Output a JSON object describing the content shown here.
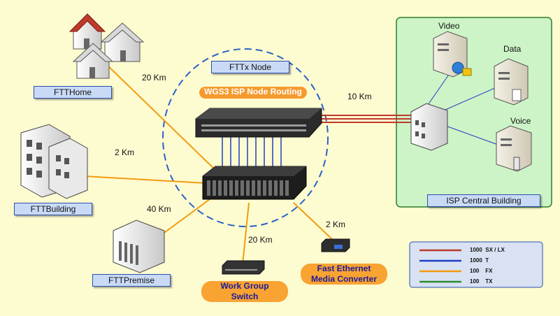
{
  "nodes": {
    "ftthome": "FTTHome",
    "fttbuilding": "FTTBuilding",
    "fttpremise": "FTTPremise",
    "fttx": "FTTx Node",
    "isp_central": "ISP Central Building",
    "video": "Video",
    "data": "Data",
    "voice": "Voice"
  },
  "callouts": {
    "wgs3": "WGS3 ISP Node Routing",
    "workgroup_line1": "Work Group",
    "workgroup_line2": "Switch",
    "converter_line1": "Fast Ethernet",
    "converter_line2": "Media Converter"
  },
  "distances": {
    "home": "20 Km",
    "building": "2 Km",
    "premise": "40 Km",
    "isp": "10 Km",
    "switch": "20 Km",
    "converter": "2 Km"
  },
  "legend": [
    {
      "label": "1000  SX / LX",
      "color": "#c0392b"
    },
    {
      "label": "1000  T",
      "color": "#1f3fc4"
    },
    {
      "label": "100    FX",
      "color": "#f39c12"
    },
    {
      "label": "100    TX",
      "color": "#2e8b2e"
    }
  ]
}
